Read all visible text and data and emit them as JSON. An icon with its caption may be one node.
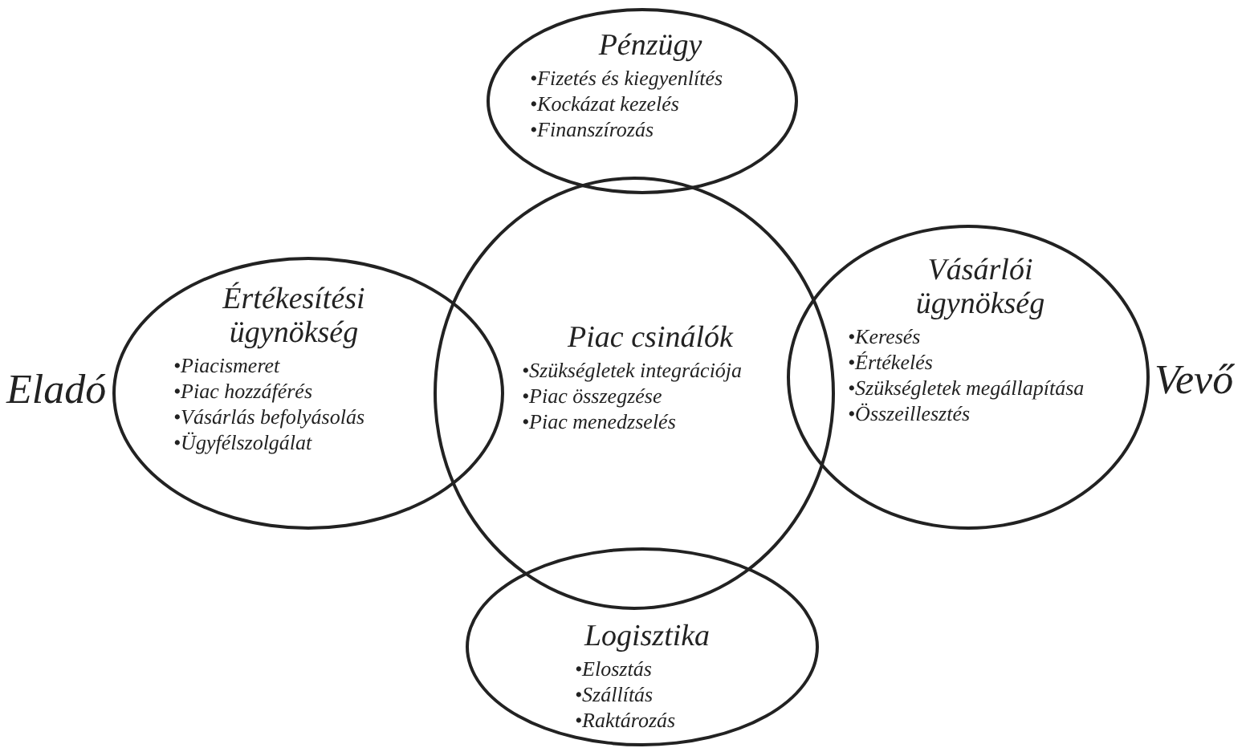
{
  "diagram": {
    "nodes": [
      {
        "text": [
          "Pénzügy",
          "•Fizetés és kiegyenlítés",
          "•Kockázat kezelés",
          "•Finanszírozás"
        ]
      },
      {
        "text": [
          "Értékesítési ügynökség",
          "•Piacismeret",
          "•Piac hozzáférés",
          "•Vásárlás befolyásolás",
          "•Ügyfélszolgálat"
        ]
      },
      {
        "text": [
          "Piac csinálók",
          "•Szükségletek integrációja",
          "•Piac összegzése",
          "•Piac menedzselés"
        ]
      },
      {
        "text": [
          "Vásárlói ügynökség",
          "•Keresés",
          "•Értékelés",
          "•Szükségletek megállapítása",
          "•Összeillesztés"
        ]
      },
      {
        "text": [
          "Logisztika",
          "•Elosztás",
          "•Szállítás",
          "•Raktározás"
        ]
      }
    ],
    "edges": [],
    "labels": [
      "Eladó",
      "Vevő"
    ]
  }
}
